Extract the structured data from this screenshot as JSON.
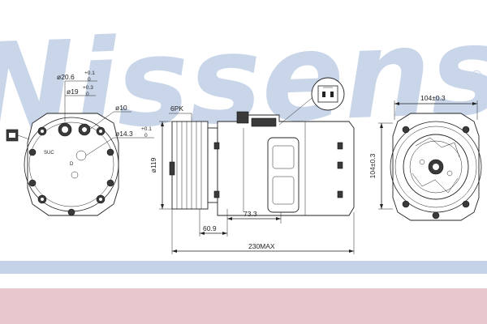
{
  "brand": {
    "watermark": "Nissens",
    "registered_mark": "®"
  },
  "colors": {
    "watermark": "#c9d6ea",
    "band_blue": "#c5d3e8",
    "band_pink": "#e9c7cf",
    "line": "#222222"
  },
  "dimensions": {
    "d1_base": "ø20.6",
    "d1_tol_top": "+0.1",
    "d1_tol_bot": "0",
    "d2_base": "ø19",
    "d2_tol_top": "+0.3",
    "d2_tol_bot": "0",
    "d3": "ø10",
    "d4_base": "ø14.3",
    "d4_tol_top": "+0.1",
    "d4_tol_bot": "0",
    "pulley_grooves": "6PK",
    "pulley_dia": "ø119",
    "len_a": "60.9",
    "len_b": "73.3",
    "overall": "230MAX",
    "width_top": "104±0.3",
    "height_side": "104±0.3"
  },
  "port_labels": {
    "suction": "SUC",
    "discharge": "D"
  }
}
